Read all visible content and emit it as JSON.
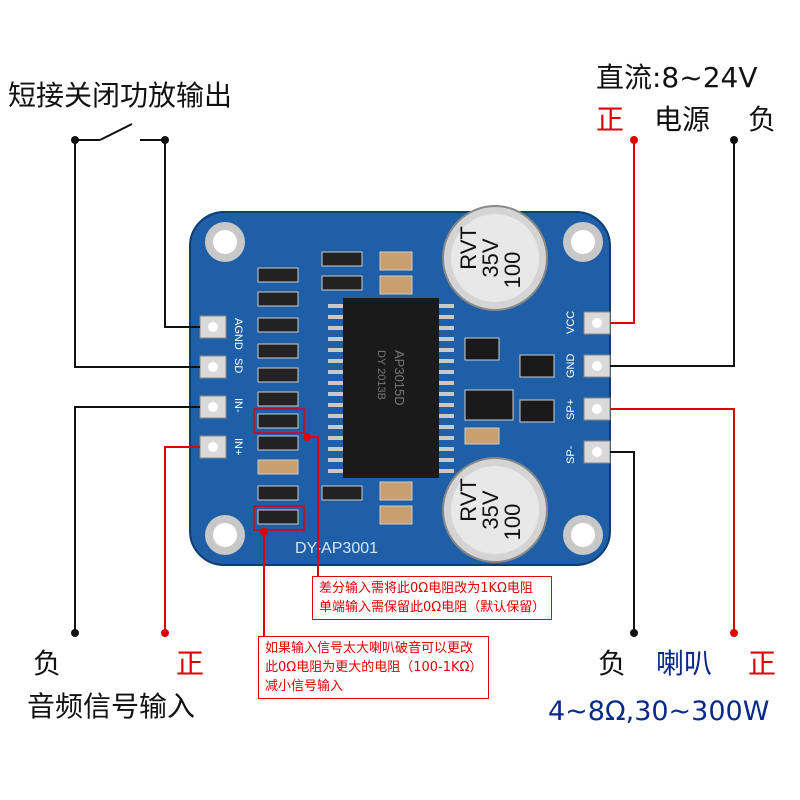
{
  "labels": {
    "shutdown": "短接关闭功放输出",
    "power_title": "直流:8~24V",
    "power_pos": "正",
    "power_name": "电源",
    "power_neg": "负",
    "audio_neg": "负",
    "audio_pos": "正",
    "audio_name": "音频信号输入",
    "spk_neg": "负",
    "spk_name": "喇叭",
    "spk_pos": "正",
    "spk_spec": "4~8Ω,30~300W"
  },
  "board": {
    "left_pins": [
      "AGND",
      "SD",
      "IN-",
      "IN+"
    ],
    "right_pins": [
      "VCC",
      "GND",
      "SP+",
      "SP-"
    ],
    "model": "DY-AP3001",
    "chip_text_1": "AP3015D",
    "chip_text_2": "DY 2013B",
    "cap_text": [
      "100",
      "35V",
      "RVT"
    ]
  },
  "notes": {
    "diff_1": "差分输入需将此0Ω电阻改为1KΩ电阻",
    "diff_2": "单端输入需保留此0Ω电阻（默认保留）",
    "noise_1": "如果输入信号太大喇叭破音可以更改",
    "noise_2": "此0Ω电阻为更大的电阻（100-1KΩ）",
    "noise_3": "减小信号输入"
  },
  "colors": {
    "board": "#1f5fa8",
    "red": "#e00000",
    "wire": "#111111"
  }
}
